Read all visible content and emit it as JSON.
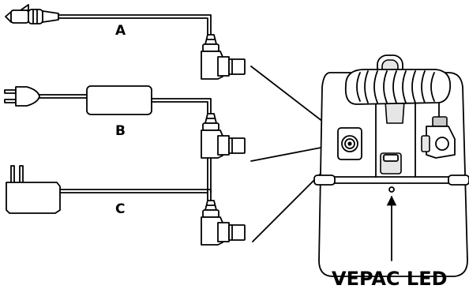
{
  "labels": {
    "cable_a": "A",
    "cable_b": "B",
    "cable_c": "C",
    "led": "VEPAC LED"
  }
}
